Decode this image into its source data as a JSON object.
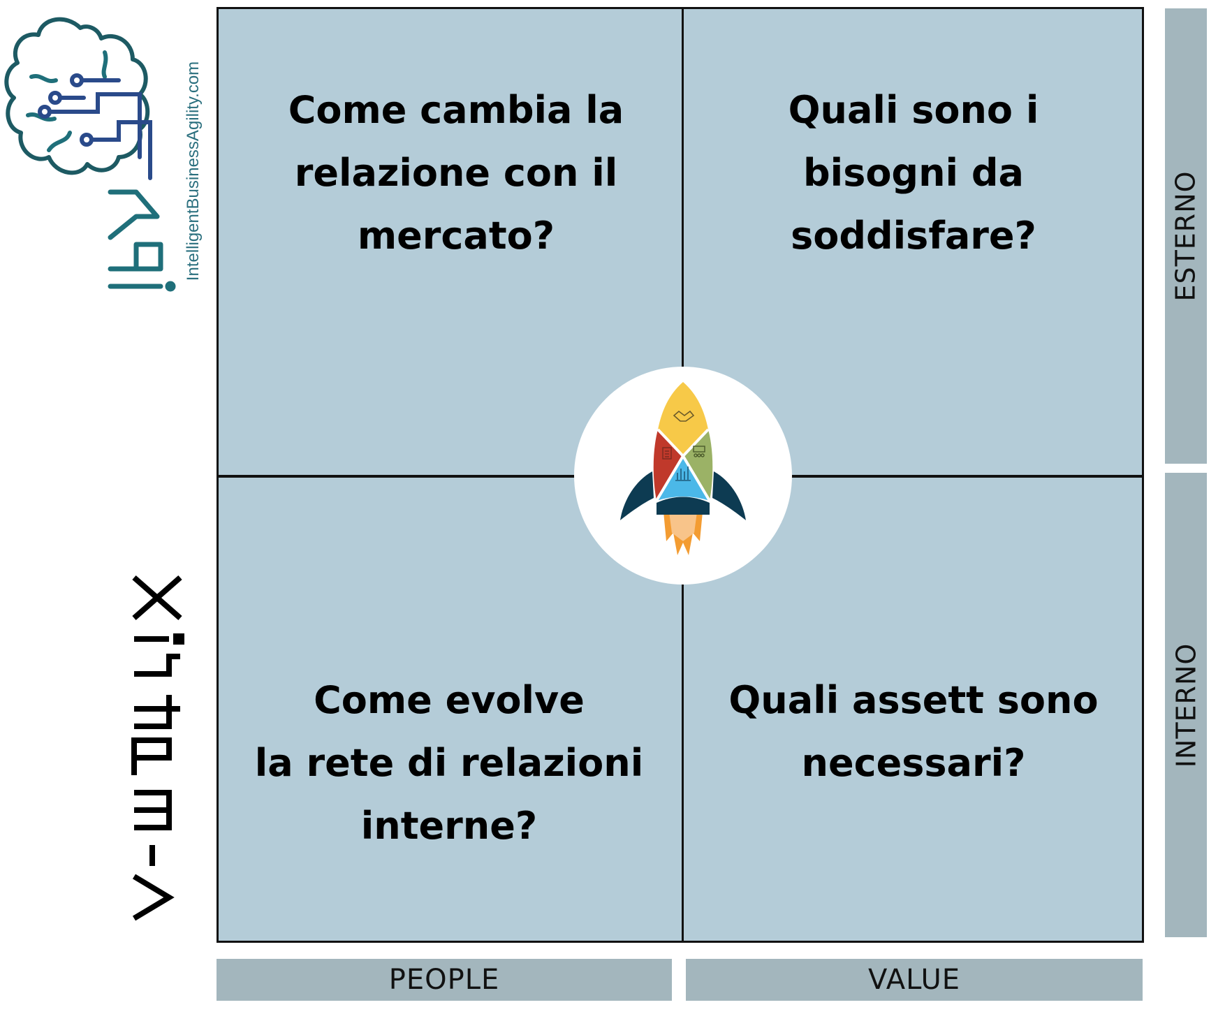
{
  "brand": {
    "logo_url_text": "IntelligentBusinessAgility.com",
    "logo_mark_text": "iba",
    "matrix_logo_text": "A-matrix"
  },
  "quadrants": {
    "top_left": "Come cambia la\nrelazione con il\nmercato?",
    "top_right": "Quali sono i\nbisogni da\nsoddisfare?",
    "bottom_left": "Come evolve\nla rete di relazioni\ninterne?",
    "bottom_right": "Quali assett sono\nnecessari?"
  },
  "axis_labels": {
    "right_top": "ESTERNO",
    "right_bottom": "INTERNO",
    "bottom_left": "PEOPLE",
    "bottom_right": "VALUE"
  },
  "colors": {
    "quadrant_fill": "#b4ccd8",
    "label_fill": "#a3b6bd",
    "rocket_yellow": "#f7c948",
    "rocket_red": "#c0392b",
    "rocket_green": "#9bb266",
    "rocket_blue": "#4bb8e8",
    "rocket_navy": "#0d3b52",
    "flame_orange": "#f39c32",
    "logo_teal": "#1f6f7a"
  },
  "icons": [
    "brain-circuit-icon",
    "rocket-icon",
    "handshake-icon",
    "checklist-icon",
    "presentation-icon",
    "bar-chart-icon"
  ]
}
